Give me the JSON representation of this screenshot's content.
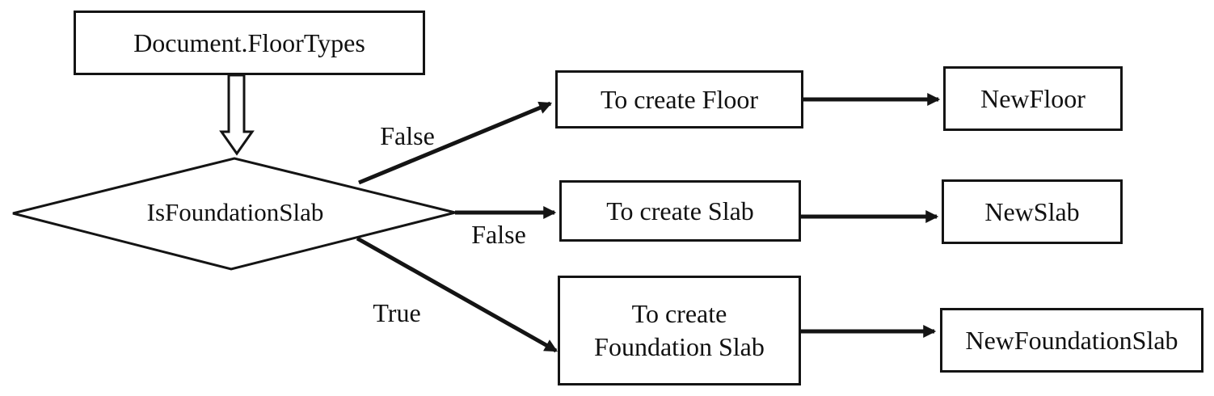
{
  "diagram": {
    "type": "flowchart",
    "colors": {
      "background": "#ffffff",
      "line": "#141414",
      "text": "#111111"
    },
    "nodes": {
      "floor_types": {
        "label": "Document.FloorTypes"
      },
      "decision": {
        "label": "IsFoundationSlab"
      },
      "create_floor": {
        "label": "To create Floor"
      },
      "new_floor": {
        "label": "NewFloor"
      },
      "create_slab": {
        "label": "To create Slab"
      },
      "new_slab": {
        "label": "NewSlab"
      },
      "create_foundation_slab": {
        "lines": [
          "To create",
          "Foundation Slab"
        ]
      },
      "new_foundation_slab": {
        "label": "NewFoundationSlab"
      }
    },
    "edge_labels": {
      "floor_branch": "False",
      "slab_branch": "False",
      "foundation_branch": "True"
    }
  }
}
